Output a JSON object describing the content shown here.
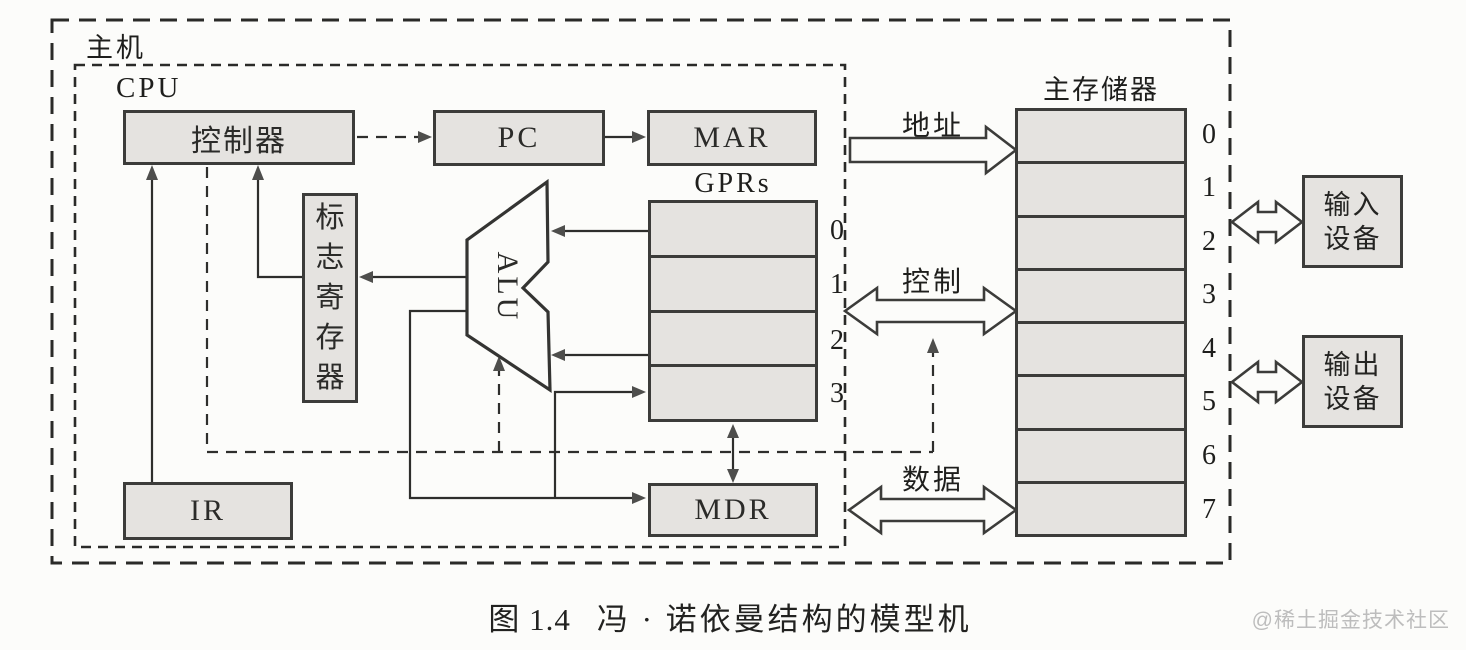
{
  "figure": {
    "host_label": "主机",
    "cpu_label": "CPU",
    "controller_label": "控制器",
    "pc_label": "PC",
    "mar_label": "MAR",
    "gprs_title": "GPRs",
    "flag_register_label": "标志寄存器",
    "alu_label": "ALU",
    "ir_label": "IR",
    "mdr_label": "MDR",
    "memory_title": "主存储器",
    "gpr_row_labels": [
      "0",
      "1",
      "2",
      "3"
    ],
    "memory_row_labels": [
      "0",
      "1",
      "2",
      "3",
      "4",
      "5",
      "6",
      "7"
    ],
    "buses": {
      "address": "地址",
      "control": "控制",
      "data": "数据"
    },
    "devices": {
      "input_line1": "输入",
      "input_line2": "设备",
      "output_line1": "输出",
      "output_line2": "设备"
    },
    "caption_figure": "图 1.4",
    "caption_title": "冯 · 诺依曼结构的模型机",
    "watermark": "@稀土掘金技术社区",
    "colors": {
      "box_fill": "#e5e3e0",
      "line": "#2e2e2c",
      "background": "#fcfcfa",
      "watermark": "#bdbdbd"
    }
  }
}
